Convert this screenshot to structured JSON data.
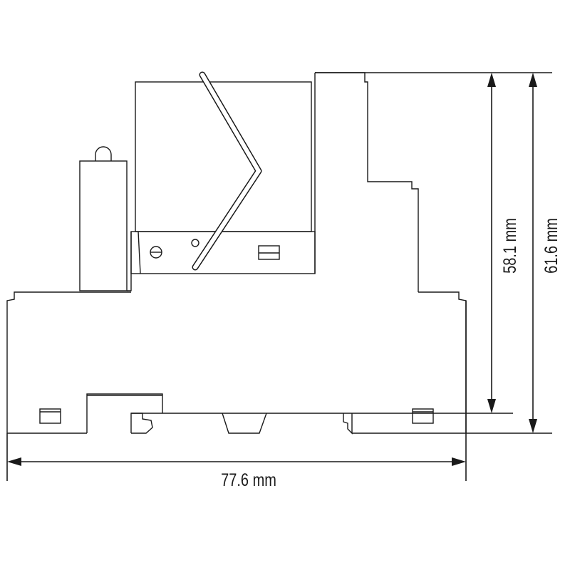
{
  "drawing": {
    "dimensions": {
      "width_label": "77.6 mm",
      "height_inner_label": "58.1 mm",
      "height_outer_label": "61.6 mm"
    },
    "line_color": "#1a1a1a"
  }
}
